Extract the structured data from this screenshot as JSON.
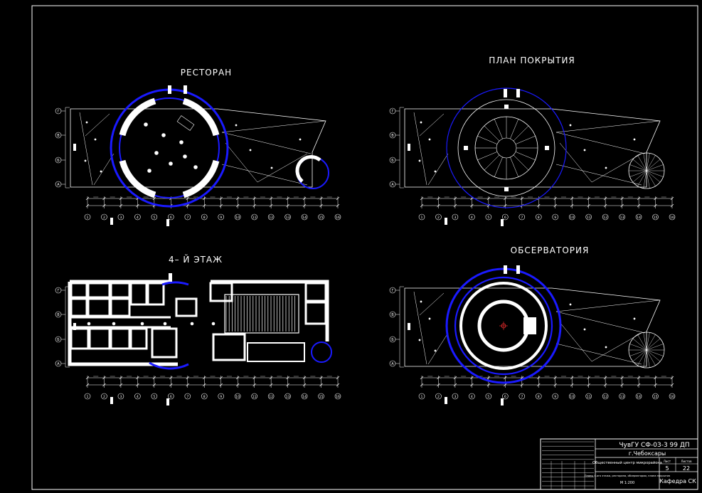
{
  "titles": {
    "restaurant": "РЕСТОРАН",
    "roof_plan": "ПЛАН ПОКРЫТИЯ",
    "fourth_floor": "4– Й ЭТАЖ",
    "observatory": "ОБСЕРВАТОРИЯ"
  },
  "row_axes": [
    "Г",
    "В",
    "Б",
    "А"
  ],
  "col_axes": [
    "1",
    "2",
    "3",
    "4",
    "5",
    "6",
    "7",
    "8",
    "9",
    "10",
    "11",
    "12",
    "13",
    "14",
    "15",
    "16"
  ],
  "title_block": {
    "code": "ЧувГУ  СФ-03-3  99  ДП",
    "city": "г.Чебоксары",
    "project": "Общественный центр микрорайона",
    "sheet_label": "Лист",
    "sheets_label": "Листов",
    "sheet": "5",
    "sheets": "22",
    "content": "Планы 4-ого этажа, ресторана, обсерватории, плана покрытия",
    "scale": "М 1:200",
    "department": "Кафедра СК"
  },
  "colors": {
    "lines": "#ffffff",
    "accent": "#1a1aff",
    "background": "#000000"
  }
}
